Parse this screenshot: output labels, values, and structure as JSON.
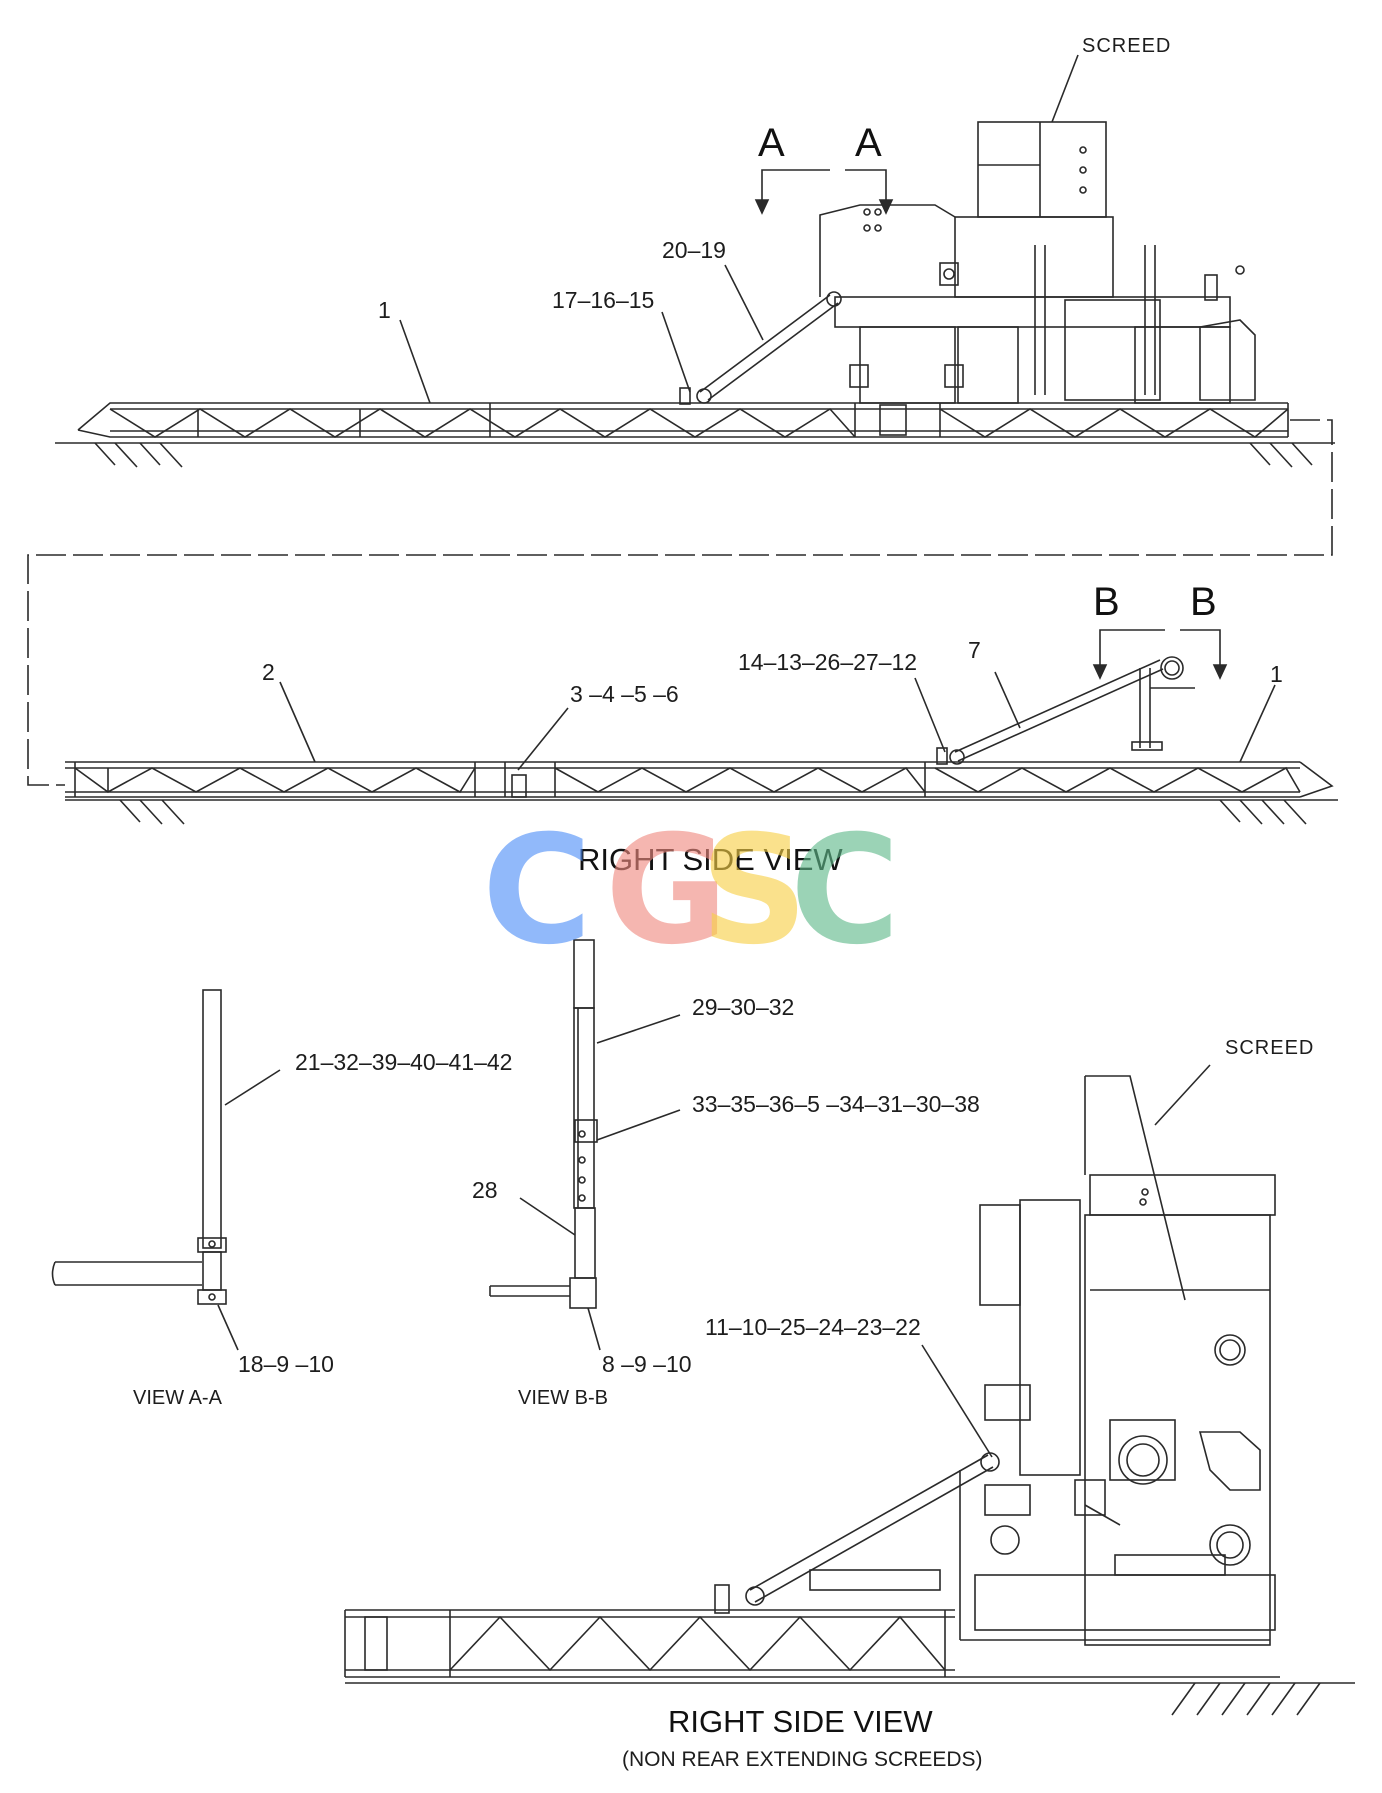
{
  "callouts": {
    "screed_top": "SCREED",
    "screed_bottom": "SCREED",
    "section_a_left": "A",
    "section_a_right": "A",
    "section_b_left": "B",
    "section_b_right": "B",
    "p_20_19": "20–19",
    "p_17_16_15": "17–16–15",
    "p_1_top": "1",
    "p_2": "2",
    "p_3_4_5_6": "3 –4 –5 –6",
    "p_14_13": "14–13–26–27–12",
    "p_7": "7",
    "p_1_mid": "1",
    "p_21": "21–32–39–40–41–42",
    "p_18_9_10": "18–9 –10",
    "p_29_30_32": "29–30–32",
    "p_33": "33–35–36–5 –34–31–30–38",
    "p_28": "28",
    "p_8_9_10": "8 –9 –10",
    "p_11_10": "11–10–25–24–23–22"
  },
  "views": {
    "right_side_view_top": "RIGHT SIDE VIEW",
    "view_a_a": "VIEW A-A",
    "view_b_b": "VIEW B-B",
    "right_side_view_bottom": "RIGHT SIDE VIEW",
    "non_rear_note": "(NON REAR EXTENDING SCREEDS)"
  },
  "watermark": {
    "letters": [
      "C",
      "G",
      "S",
      "C"
    ],
    "colors": [
      "#4f8ff7",
      "#f08a80",
      "#f7d046",
      "#5fb98a"
    ]
  }
}
